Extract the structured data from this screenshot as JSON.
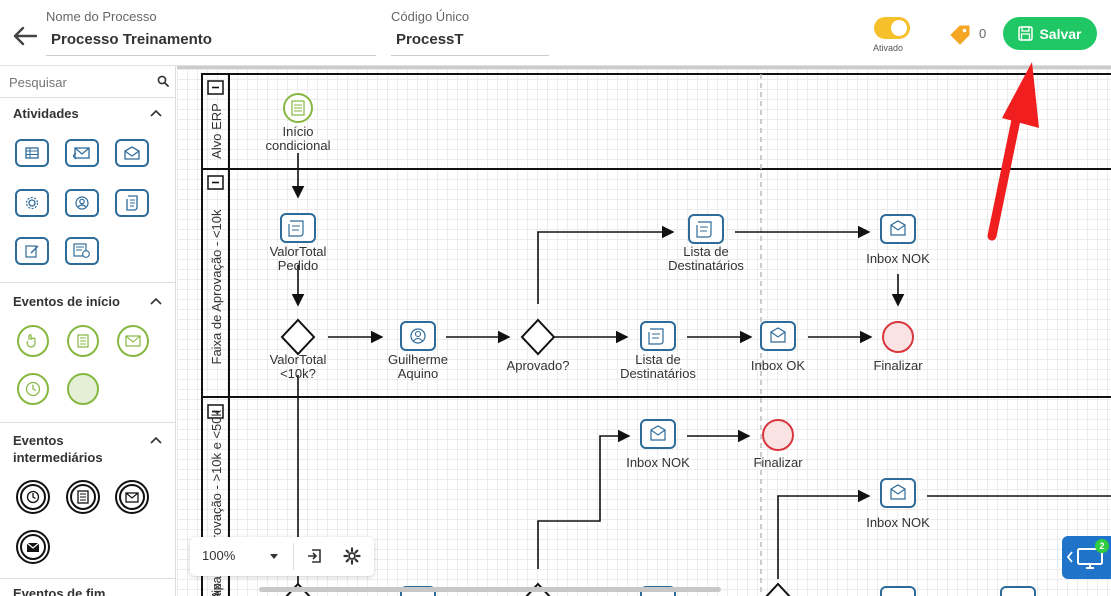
{
  "header": {
    "process_name_label": "Nome do Processo",
    "process_name_value": "Processo Treinamento",
    "unique_code_label": "Código Único",
    "unique_code_value": "ProcessT",
    "toggle_label": "Ativado",
    "tag_count": "0",
    "save_label": "Salvar",
    "save_color": "#1fc765"
  },
  "sidebar": {
    "search_placeholder": "Pesquisar",
    "sections": {
      "activities": "Atividades",
      "start_events": "Eventos de início",
      "intermediate_events": "Eventos\nintermediários",
      "end_events": "Eventos de fim"
    }
  },
  "canvas": {
    "lanes": [
      {
        "label": "Alvo ERP"
      },
      {
        "label": "Faixa de Aprovação - <10k"
      },
      {
        "label": "Faixa de Aprovação - >10k e <50k"
      },
      {
        "label": "Ap"
      }
    ],
    "nodes": {
      "start_conditional": [
        "Início",
        "condicional"
      ],
      "valor_total_pedido": [
        "ValorTotal",
        "Pedido"
      ],
      "valor_total_gateway": [
        "ValorTotal",
        "<10k?"
      ],
      "guilherme_aquino": [
        "Guilherme",
        "Aquino"
      ],
      "aprovado": "Aprovado?",
      "lista_destinatarios_top": [
        "Lista de",
        "Destinatários"
      ],
      "lista_destinatarios_mid": [
        "Lista de",
        "Destinatários"
      ],
      "inbox_nok_top": "Inbox NOK",
      "inbox_ok": "Inbox OK",
      "finalizar_1": "Finalizar",
      "inbox_nok_lane2": "Inbox NOK",
      "finalizar_2": "Finalizar",
      "inbox_nok_lane2_right": "Inbox NOK"
    }
  },
  "zoom": {
    "value": "100%"
  },
  "widget": {
    "badge": "2"
  },
  "colors": {
    "task_border": "#2d6b9a",
    "start_event": "#86b841",
    "end_event": "#d9363e",
    "toggle": "#f6c02a",
    "arrow_annotation": "#f01e1e"
  }
}
